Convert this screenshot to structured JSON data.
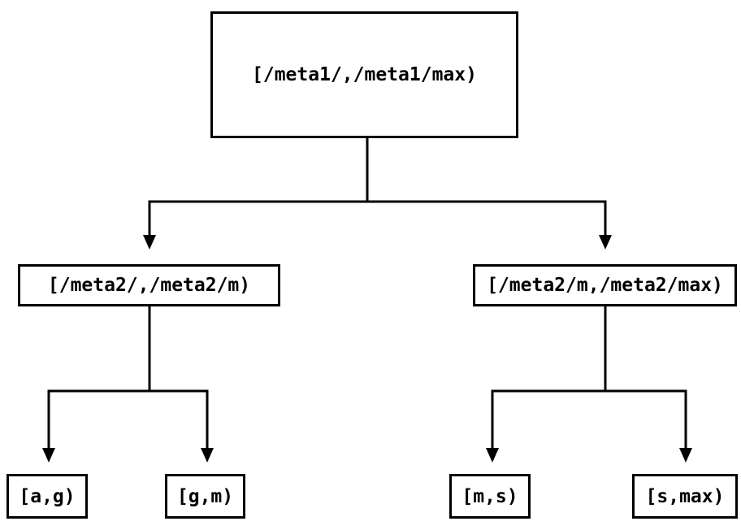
{
  "diagram": {
    "type": "tree",
    "nodes": {
      "root": {
        "label": "[/meta1/,/meta1/max)"
      },
      "mid_left": {
        "label": "[/meta2/,/meta2/m)"
      },
      "mid_right": {
        "label": "[/meta2/m,/meta2/max)"
      },
      "leaf_1": {
        "label": "[a,g)"
      },
      "leaf_2": {
        "label": "[g,m)"
      },
      "leaf_3": {
        "label": "[m,s)"
      },
      "leaf_4": {
        "label": "[s,max)"
      }
    },
    "edges": [
      {
        "from": "root",
        "to": "mid_left"
      },
      {
        "from": "root",
        "to": "mid_right"
      },
      {
        "from": "mid_left",
        "to": "leaf_1"
      },
      {
        "from": "mid_left",
        "to": "leaf_2"
      },
      {
        "from": "mid_right",
        "to": "leaf_3"
      },
      {
        "from": "mid_right",
        "to": "leaf_4"
      }
    ],
    "colors": {
      "line": "#000000",
      "box_border": "#000000",
      "text": "#000000",
      "background": "#ffffff"
    }
  }
}
